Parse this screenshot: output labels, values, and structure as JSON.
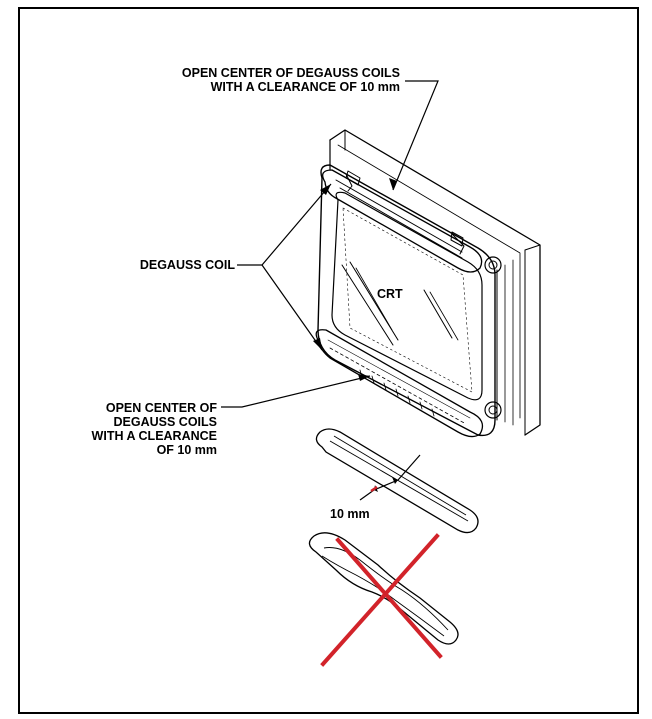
{
  "labels": {
    "top_callout": [
      "OPEN CENTER OF DEGAUSS COILS",
      "WITH A CLEARANCE OF 10 mm"
    ],
    "degauss_coil": "DEGAUSS COIL",
    "crt": "CRT",
    "bottom_callout": [
      "OPEN CENTER OF",
      "DEGAUSS COILS",
      "WITH A CLEARANCE",
      "OF 10 mm"
    ],
    "dimension": "10 mm"
  },
  "colors": {
    "line": "#000000",
    "cross": "#d2232a",
    "dimension_accent": "#d2232a",
    "frame": "#000000"
  },
  "icons": {
    "good_example": "open-coil-loop",
    "bad_example": "twisted-coil-loop",
    "reject_mark": "red-x-mark"
  }
}
